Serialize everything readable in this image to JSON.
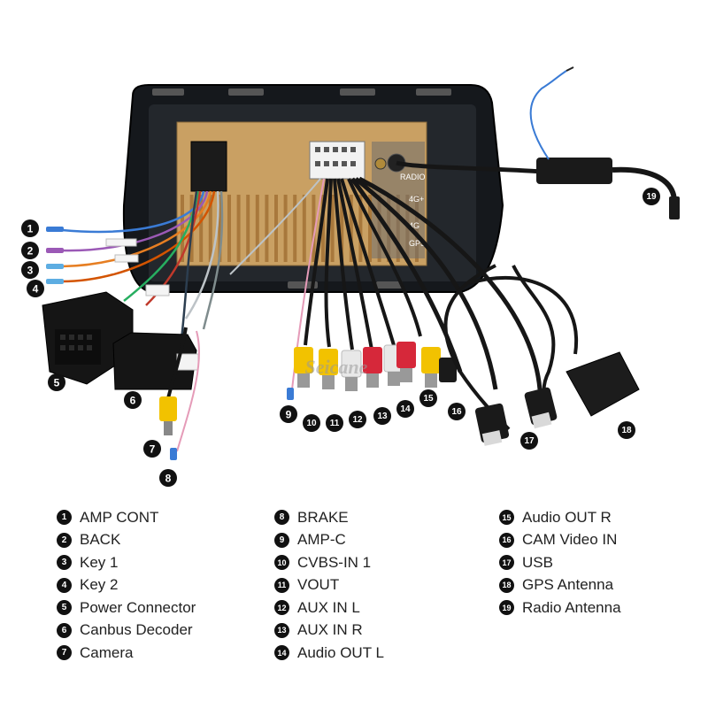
{
  "brand": "Seicane",
  "head_unit_labels": {
    "radio": "RADIO",
    "lte": "4G+",
    "fourg": "4G",
    "gps": "GPS"
  },
  "legend": {
    "columns": [
      [
        {
          "num": "1",
          "label": "AMP CONT"
        },
        {
          "num": "2",
          "label": "BACK"
        },
        {
          "num": "3",
          "label": "Key 1"
        },
        {
          "num": "4",
          "label": "Key 2"
        },
        {
          "num": "5",
          "label": "Power Connector"
        },
        {
          "num": "6",
          "label": "Canbus Decoder"
        },
        {
          "num": "7",
          "label": "Camera"
        }
      ],
      [
        {
          "num": "8",
          "label": "BRAKE"
        },
        {
          "num": "9",
          "label": "AMP-C"
        },
        {
          "num": "10",
          "label": "CVBS-IN 1"
        },
        {
          "num": "11",
          "label": "VOUT"
        },
        {
          "num": "12",
          "label": "AUX IN L"
        },
        {
          "num": "13",
          "label": "AUX IN R"
        },
        {
          "num": "14",
          "label": "Audio OUT L"
        }
      ],
      [
        {
          "num": "15",
          "label": "Audio OUT R"
        },
        {
          "num": "16",
          "label": "CAM Video IN"
        },
        {
          "num": "17",
          "label": "USB"
        },
        {
          "num": "18",
          "label": "GPS Antenna"
        },
        {
          "num": "19",
          "label": "Radio Antenna"
        }
      ]
    ]
  },
  "callouts": [
    "1",
    "2",
    "3",
    "4",
    "5",
    "6",
    "7",
    "8",
    "9",
    "10",
    "11",
    "12",
    "13",
    "14",
    "15",
    "16",
    "17",
    "18",
    "19"
  ],
  "colors": {
    "unit_frame": "#111418",
    "heatsink": "#c9a063",
    "rca_yellow": "#f2c200",
    "rca_red": "#d6283a",
    "rca_white": "#e8e8e8",
    "wire_blue": "#3a7bd5",
    "cable_black": "#161616"
  }
}
